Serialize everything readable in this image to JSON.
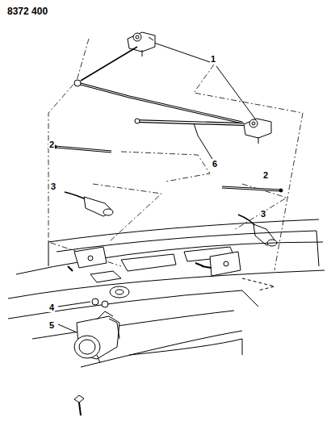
{
  "diagram": {
    "labels": [
      "8372 400",
      "1",
      "2",
      "6",
      "3",
      "2",
      "3",
      "4",
      "5"
    ]
  }
}
